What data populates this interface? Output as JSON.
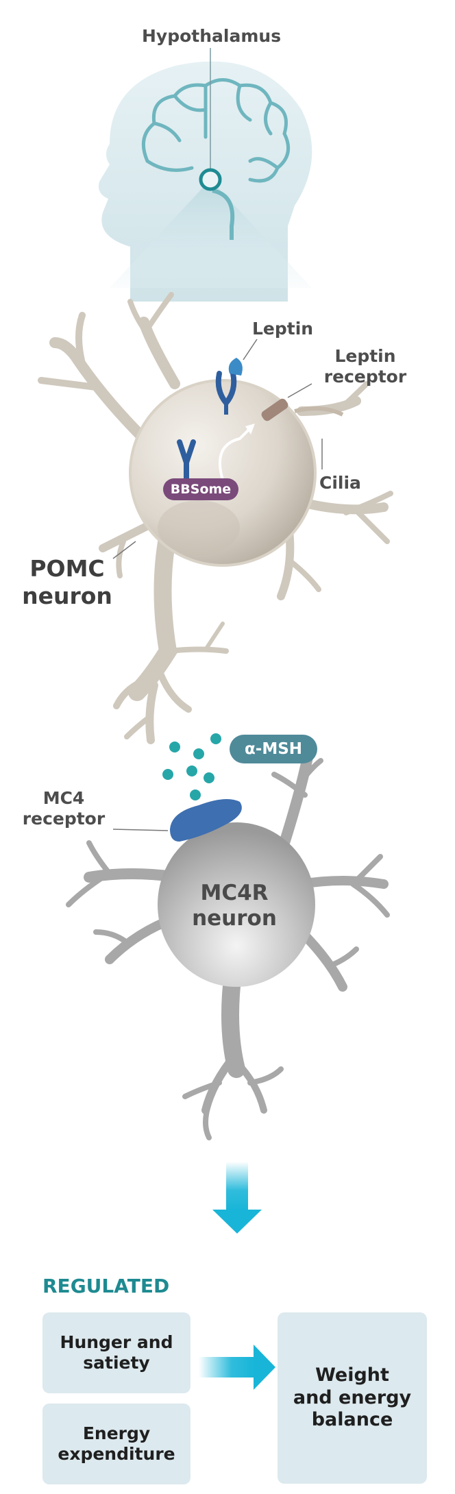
{
  "labels": {
    "hypothalamus": "Hypothalamus",
    "leptin": "Leptin",
    "leptin_receptor_1": "Leptin",
    "leptin_receptor_2": "receptor",
    "cilia": "Cilia",
    "bbsome": "BBSome",
    "pomc_1": "POMC",
    "pomc_2": "neuron",
    "alpha_msh": "α-MSH",
    "mc4_receptor_1": "MC4",
    "mc4_receptor_2": "receptor",
    "mc4r_1": "MC4R",
    "mc4r_2": "neuron"
  },
  "regulated": {
    "heading": "REGULATED",
    "box_hunger_1": "Hunger and",
    "box_hunger_2": "satiety",
    "box_energy_1": "Energy",
    "box_energy_2": "expenditure",
    "box_weight_1": "Weight",
    "box_weight_2": "and energy",
    "box_weight_3": "balance"
  },
  "colors": {
    "accent_teal": "#1f8b93",
    "heading_teal": "#1e8a91",
    "arrow_blue": "#19b5d8",
    "bbsome_purple": "#7a4a7a",
    "msh_pill": "#4f8a99",
    "receptor_blue": "#3e6fb0",
    "box_bg": "#dce9ee"
  },
  "icons": {
    "head": "head-silhouette-icon",
    "brain": "brain-outline-icon",
    "down_arrow": "down-arrow-icon",
    "right_arrow": "right-arrow-icon"
  }
}
